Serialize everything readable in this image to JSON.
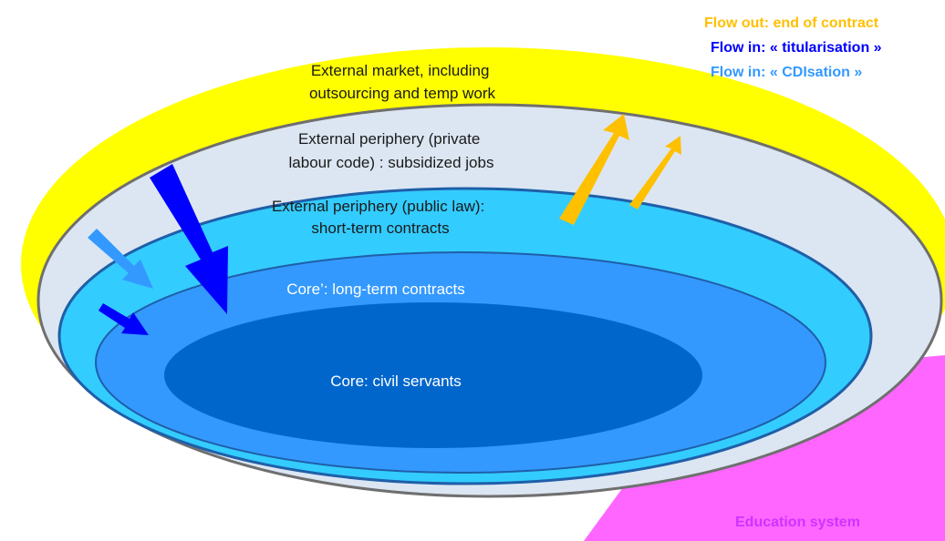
{
  "legend": {
    "flow_out": "Flow out: end of contract",
    "flow_in_titularisation": "Flow in: « titularisation »",
    "flow_in_cdisation": "Flow in: « CDIsation »"
  },
  "layers": {
    "external_market": [
      "External market, including",
      "outsourcing and temp work"
    ],
    "external_periphery_private": [
      "External periphery (private",
      "labour code) : subsidized jobs"
    ],
    "external_periphery_public": [
      "External periphery (public law):",
      "short-term contracts"
    ],
    "core_prime": "Core’: long-term contracts",
    "core": "Core: civil servants"
  },
  "education_system": "Education system",
  "colors": {
    "external_market": "#ffff00",
    "external_periphery_private": "#dce6f2",
    "external_periphery_public": "#33ccff",
    "core_prime": "#3399ff",
    "core": "#0066cc",
    "flow_out": "#ffc000",
    "flow_in_titularisation": "#0000ff",
    "flow_in_cdisation": "#3399ff",
    "education_system": "#ff66ff",
    "education_label": "#cc33ff"
  }
}
